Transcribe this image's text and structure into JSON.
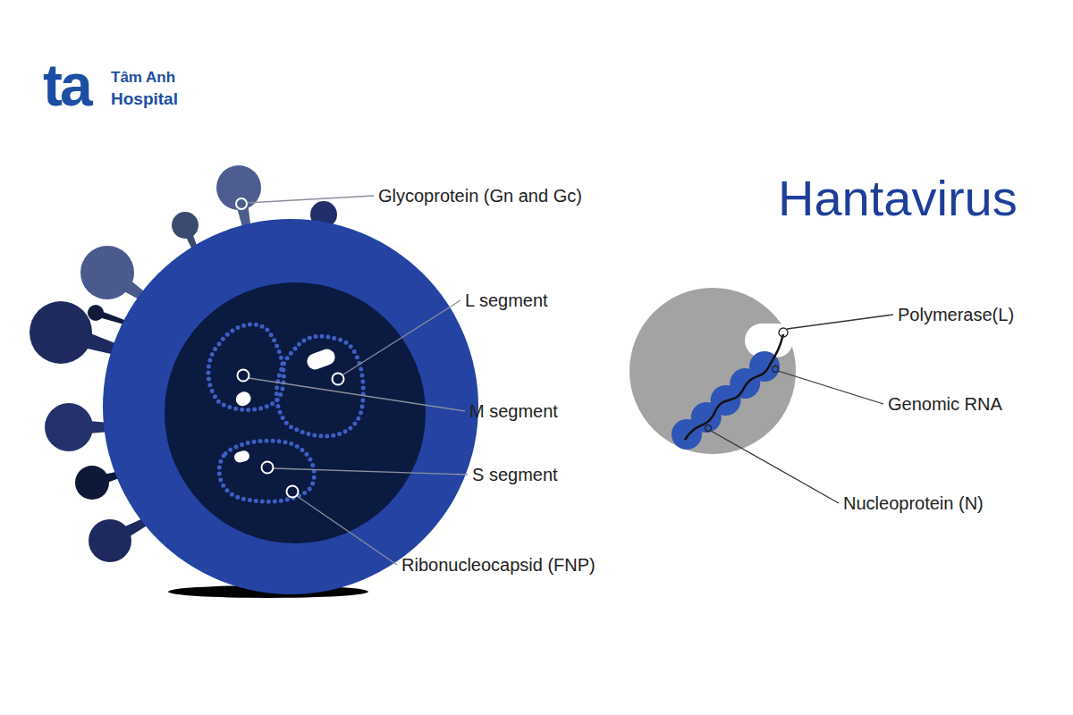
{
  "diagram": {
    "title": "Hantavirus",
    "labels": [
      "ta",
      "Tâm Anh",
      "Hospital",
      "Glycoprotein (Gn and Gc)",
      "L segment",
      "M segment",
      "S segment",
      "Ribonucleocapsid (FNP)",
      "Polymerase(L)",
      "Genomic RNA",
      "Nucleoprotein (N)"
    ]
  }
}
